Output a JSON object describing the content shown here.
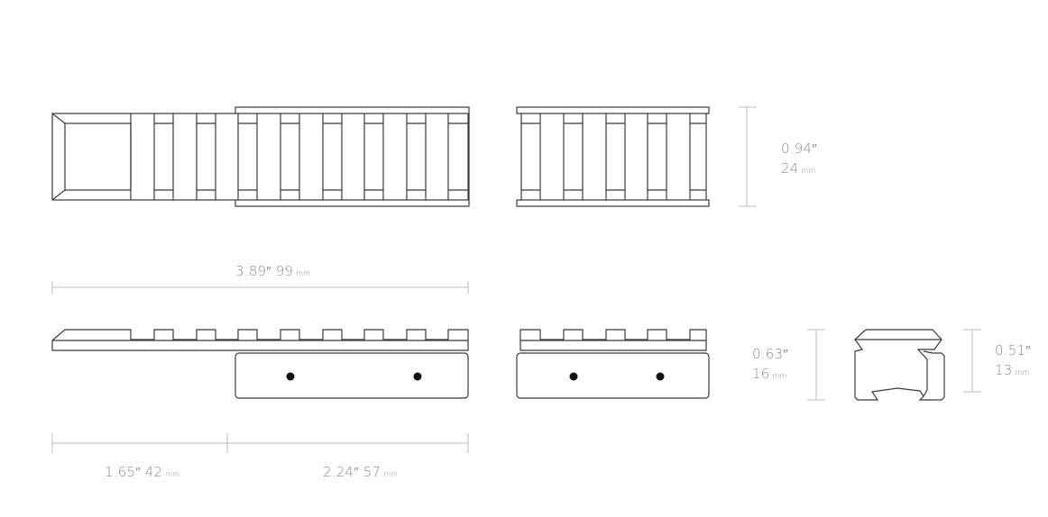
{
  "diagram": {
    "title": "",
    "colors": {
      "line": "#3a3a3a",
      "dim": "#bdbdbd",
      "text": "#8a8a8a",
      "hole": "#111111"
    },
    "views": [
      {
        "name": "top-view-long",
        "description": "Top view of rail with extension and tapered end"
      },
      {
        "name": "top-view-short",
        "description": "Top view of short rail"
      },
      {
        "name": "side-view-long",
        "description": "Side view of long rail with base and two holes"
      },
      {
        "name": "side-view-short",
        "description": "Side view of short rail with base and two holes"
      },
      {
        "name": "end-profile",
        "description": "End profile cross-section"
      }
    ]
  },
  "dimensions": {
    "height_top": {
      "inch": "0.94″",
      "mm": "24",
      "unit": "mm"
    },
    "overall_length": {
      "inch": "3.89″",
      "mm": "99",
      "unit": "mm"
    },
    "side_height": {
      "inch": "0.63″",
      "mm": "16",
      "unit": "mm"
    },
    "profile_height": {
      "inch": "0.51″",
      "mm": "13",
      "unit": "mm"
    },
    "front_length": {
      "inch": "1.65″",
      "mm": "42",
      "unit": "mm"
    },
    "rear_length": {
      "inch": "2.24″",
      "mm": "57",
      "unit": "mm"
    }
  }
}
